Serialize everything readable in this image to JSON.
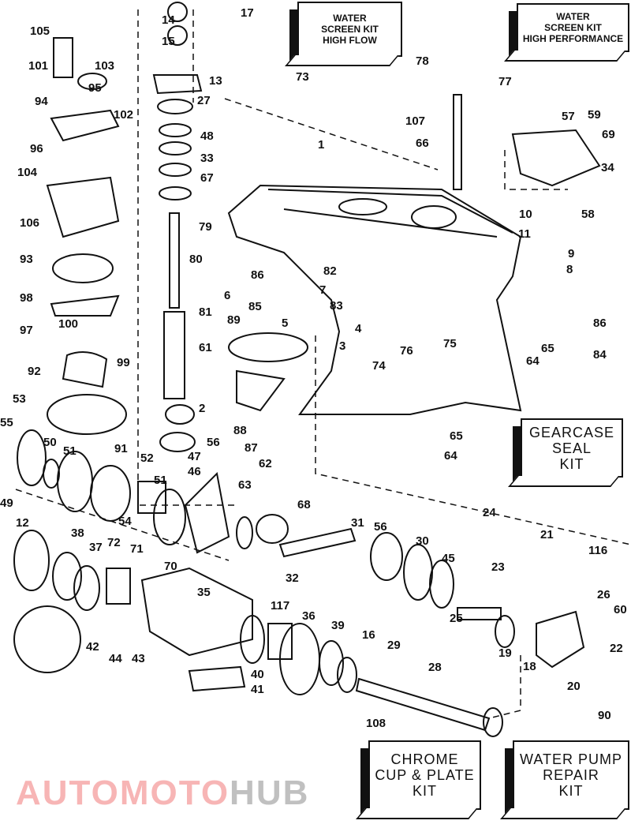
{
  "diagram": {
    "title": "Gearcase exploded parts diagram",
    "kits": {
      "water_screen_high_flow": [
        "WATER",
        "SCREEN KIT",
        "HIGH FLOW"
      ],
      "water_screen_high_performance": [
        "WATER",
        "SCREEN KIT",
        "HIGH PERFORMANCE"
      ],
      "gearcase_seal": [
        "GEARCASE",
        "SEAL",
        "KIT"
      ],
      "chrome_cup_plate": [
        "CHROME",
        "CUP & PLATE",
        "KIT"
      ],
      "water_pump_repair": [
        "WATER PUMP",
        "REPAIR",
        "KIT"
      ]
    },
    "part_numbers": [
      "105",
      "101",
      "103",
      "94",
      "95",
      "102",
      "96",
      "104",
      "106",
      "93",
      "98",
      "97",
      "100",
      "99",
      "92",
      "53",
      "91",
      "55",
      "50",
      "51",
      "52",
      "51",
      "49",
      "54",
      "56",
      "47",
      "46",
      "2",
      "61",
      "81",
      "80",
      "79",
      "67",
      "33",
      "48",
      "27",
      "13",
      "14",
      "15",
      "17",
      "73",
      "77",
      "78",
      "107",
      "66",
      "1",
      "57",
      "59",
      "69",
      "34",
      "10",
      "58",
      "11",
      "9",
      "8",
      "86",
      "82",
      "7",
      "6",
      "85",
      "83",
      "5",
      "89",
      "4",
      "3",
      "76",
      "75",
      "74",
      "86",
      "65",
      "64",
      "84",
      "88",
      "87",
      "65",
      "64",
      "62",
      "63",
      "68",
      "31",
      "56",
      "30",
      "45",
      "24",
      "21",
      "23",
      "26",
      "60",
      "22",
      "19",
      "18",
      "20",
      "25",
      "32",
      "12",
      "38",
      "37",
      "72",
      "71",
      "70",
      "35",
      "117",
      "36",
      "39",
      "16",
      "29",
      "28",
      "40",
      "41",
      "42",
      "44",
      "43",
      "108",
      "90",
      "116"
    ],
    "watermark": {
      "text_a": "AUTOMOTO",
      "text_b": "HUB",
      "color": "#f07878"
    }
  }
}
